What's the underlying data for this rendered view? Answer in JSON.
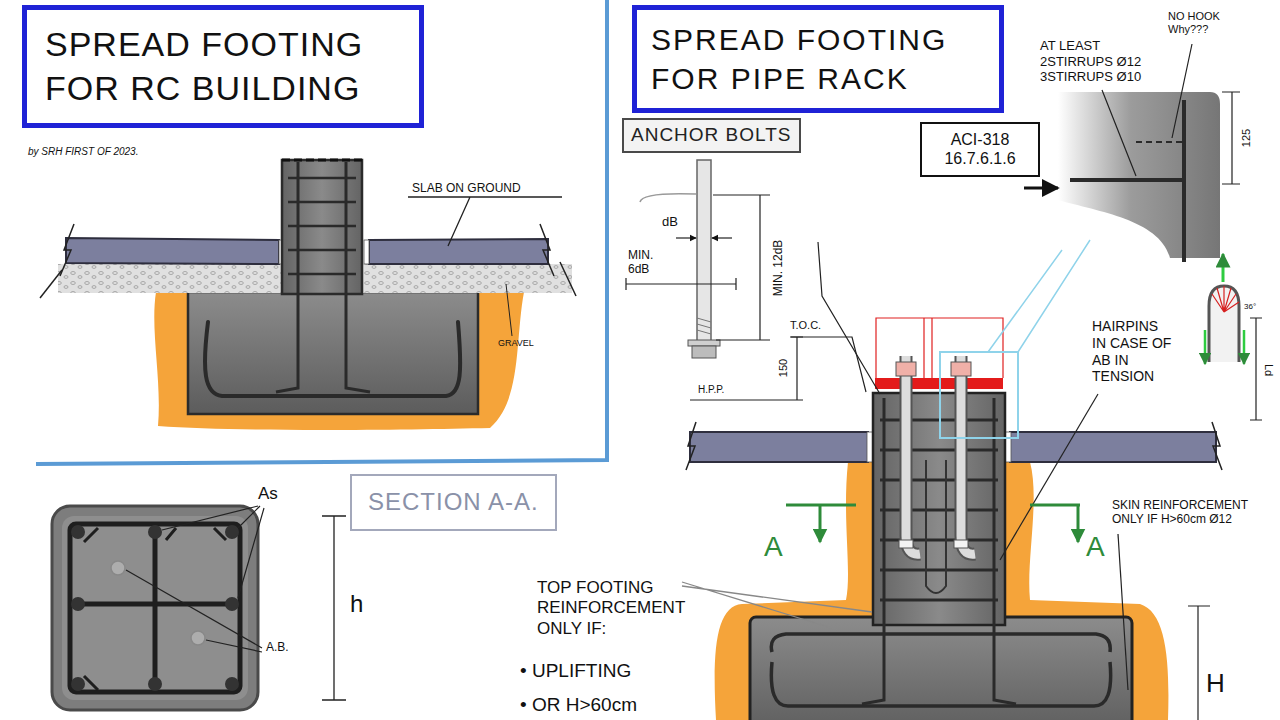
{
  "diagram": {
    "nodes": [
      {
        "text": [
          "SPREAD FOOTING FOR RC BUILDING"
        ]
      },
      {
        "text": [
          "SPREAD FOOTING FOR PIPE RACK"
        ]
      },
      {
        "text": [
          "ANCHOR BOLTS"
        ]
      },
      {
        "text": [
          "ACI-318 16.7.6.1.6"
        ]
      },
      {
        "text": [
          "SECTION A-A."
        ]
      }
    ],
    "labels": [
      "by SRH FIRST OF 2023.",
      "SLAB ON GROUND",
      "GRAVEL",
      "As",
      "A.B.",
      "h",
      "dB",
      "MIN. 6dB",
      "MIN. 12dB",
      "AT LEAST 2STIRRUPS Ø12 3STIRRUPS Ø10",
      "NO HOOK Why???",
      "125",
      "T.O.C.",
      "150",
      "H.P.P.",
      "HAIRPINS IN CASE OF AB IN TENSION",
      "36°",
      "Ld",
      "SKIN REINFORCEMENT ONLY IF H>60cm Ø12",
      "A",
      "A",
      "TOP FOOTING REINFORCEMENT ONLY IF:",
      "• UPLIFTING",
      "• OR H>60cm",
      "H"
    ]
  }
}
